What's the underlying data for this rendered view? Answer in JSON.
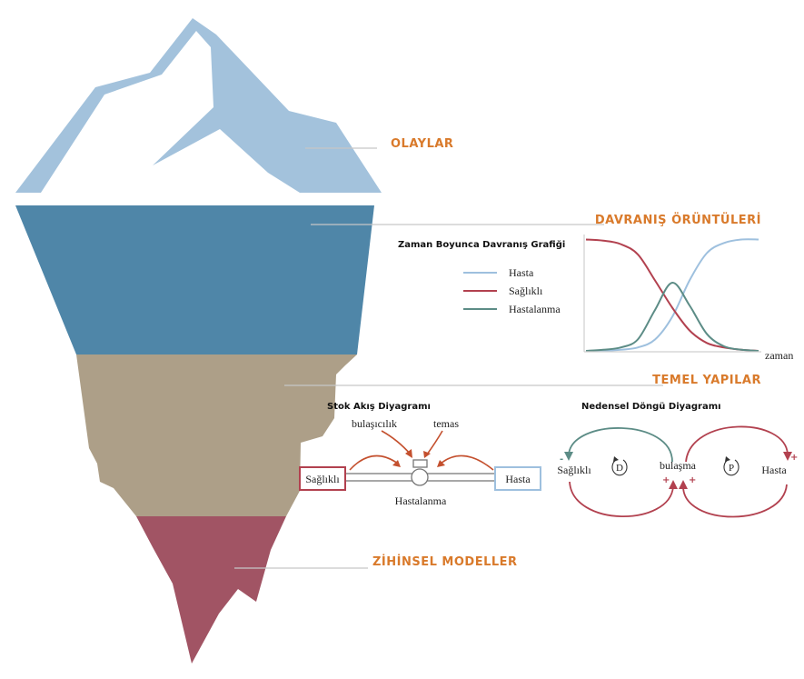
{
  "colors": {
    "ice_tip": "#a3c2dc",
    "layer_patterns": "#4f86a8",
    "layer_structures": "#ad9f88",
    "layer_models": "#a15464",
    "label_orange": "#d97a2b",
    "line_hasta": "#9ec0de",
    "line_saglikli": "#b2414f",
    "line_hastalanma": "#5c8c86",
    "connector": "#c6c6c6"
  },
  "levels": {
    "events": "OLAYLAR",
    "patterns": "DAVRANIŞ ÖRÜNTÜLERİ",
    "structures": "TEMEL YAPILAR",
    "mental_models": "ZİHİNSEL  MODELLER"
  },
  "behavior_graph": {
    "title": "Zaman Boyunca Davranış Grafiği",
    "xlabel": "zaman",
    "legend": [
      "Hasta",
      "Sağlıklı",
      "Hastalanma"
    ]
  },
  "chart_data": {
    "type": "line",
    "title": "Zaman Boyunca Davranış Grafiği",
    "xlabel": "zaman",
    "ylabel": "",
    "x": [
      0,
      1,
      2,
      3,
      4,
      5,
      6,
      7,
      8,
      9,
      10
    ],
    "series": [
      {
        "name": "Hasta",
        "color": "#9ec0de",
        "values": [
          0.0,
          0.0,
          0.01,
          0.03,
          0.1,
          0.3,
          0.62,
          0.86,
          0.95,
          0.98,
          0.98
        ]
      },
      {
        "name": "Sağlıklı",
        "color": "#b2414f",
        "values": [
          0.98,
          0.97,
          0.94,
          0.85,
          0.62,
          0.38,
          0.18,
          0.07,
          0.03,
          0.01,
          0.0
        ]
      },
      {
        "name": "Hastalanma",
        "color": "#5c8c86",
        "values": [
          0.0,
          0.01,
          0.03,
          0.1,
          0.36,
          0.6,
          0.4,
          0.15,
          0.04,
          0.01,
          0.0
        ]
      }
    ],
    "ylim": [
      0,
      1
    ],
    "grid": false,
    "legend": "left"
  },
  "stock_flow": {
    "title": "Stok Akış Diyagramı",
    "stock_left": "Sağlıklı",
    "stock_right": "Hasta",
    "flow": "Hastalanma",
    "aux_1": "bulaşıcılık",
    "aux_2": "temas"
  },
  "causal_loop": {
    "title": "Nedensel Döngü Diyagramı",
    "node_left": "Sağlıklı",
    "node_mid": "bulaşma",
    "node_right": "Hasta",
    "loop_left": "D",
    "loop_right": "P",
    "minus": "-",
    "plus": "+"
  }
}
